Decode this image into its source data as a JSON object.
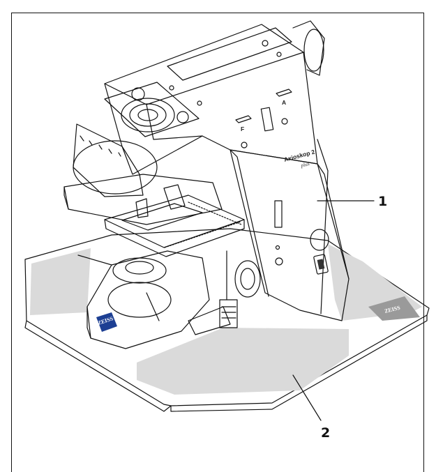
{
  "callouts": {
    "one": "1",
    "two": "2"
  },
  "labels": {
    "model_name": "Axioskop 2",
    "model_variant": "plus",
    "brand_logo": "ZEISS",
    "knob_f": "F",
    "knob_a": "A"
  },
  "colors": {
    "line": "#111111",
    "base_plate": "#ffffff",
    "shade_area": "#d9d9d9",
    "logo_blue": "#1d3f93"
  }
}
